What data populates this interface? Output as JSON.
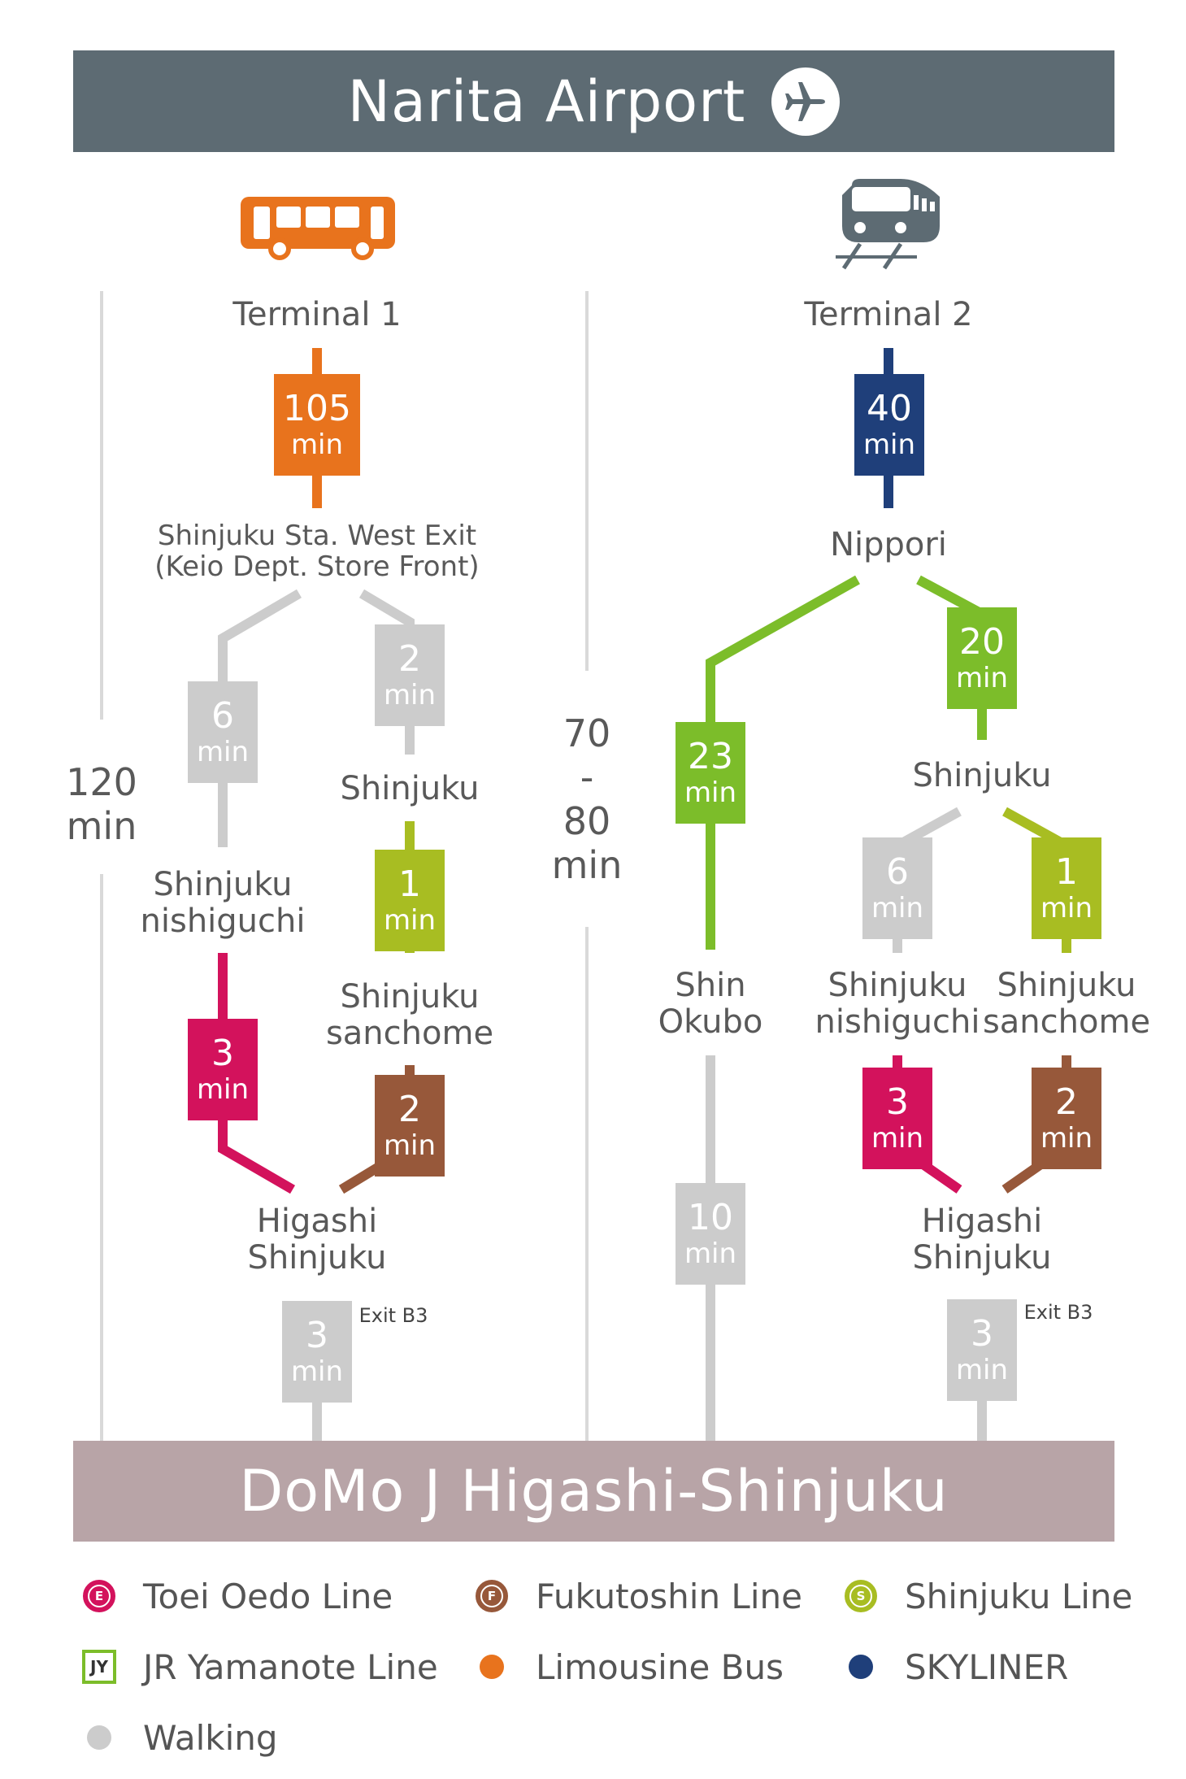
{
  "header": {
    "title": "Narita Airport",
    "icon": "airplane-icon",
    "bg": "#5d6b73"
  },
  "footer": {
    "title": "DoMo J Higashi-Shinjuku",
    "bg": "#b8a4a7"
  },
  "colors": {
    "bus": "#e8731d",
    "skyliner": "#1f3f7a",
    "yamanote": "#7cbd2a",
    "shinjuku_line": "#a8bd22",
    "oedo": "#d3125c",
    "fukutoshin": "#97583a",
    "walk": "#cccccc",
    "divider": "#d9d9d9",
    "text": "#595959"
  },
  "routes": {
    "bus": {
      "icon": "bus-icon",
      "start": "Terminal 1",
      "leg1": {
        "num": "105",
        "unit": "min"
      },
      "stop1_line1": "Shinjuku Sta. West Exit",
      "stop1_line2": "(Keio Dept. Store Front)",
      "walk_left": {
        "num": "6",
        "unit": "min"
      },
      "walk_right": {
        "num": "2",
        "unit": "min"
      },
      "stop_shinjuku": "Shinjuku",
      "shinjuku_line_leg": {
        "num": "1",
        "unit": "min"
      },
      "stop_nishiguchi_1": "Shinjuku",
      "stop_nishiguchi_2": "nishiguchi",
      "stop_sanchome_1": "Shinjuku",
      "stop_sanchome_2": "sanchome",
      "oedo_leg": {
        "num": "3",
        "unit": "min"
      },
      "fukutoshin_leg": {
        "num": "2",
        "unit": "min"
      },
      "end_1": "Higashi",
      "end_2": "Shinjuku",
      "exit": "Exit B3",
      "final_walk": {
        "num": "3",
        "unit": "min"
      },
      "total_1": "120",
      "total_2": "min"
    },
    "train": {
      "icon": "train-icon",
      "start": "Terminal 2",
      "leg1": {
        "num": "40",
        "unit": "min"
      },
      "stop1": "Nippori",
      "yamanote_left": {
        "num": "23",
        "unit": "min"
      },
      "yamanote_right": {
        "num": "20",
        "unit": "min"
      },
      "stop_shinjuku": "Shinjuku",
      "stop_shinokubo_1": "Shin",
      "stop_shinokubo_2": "Okubo",
      "walk_okubo": {
        "num": "10",
        "unit": "min"
      },
      "walk_nishiguchi": {
        "num": "6",
        "unit": "min"
      },
      "shinjuku_line_leg": {
        "num": "1",
        "unit": "min"
      },
      "stop_nishiguchi_1": "Shinjuku",
      "stop_nishiguchi_2": "nishiguchi",
      "stop_sanchome_1": "Shinjuku",
      "stop_sanchome_2": "sanchome",
      "oedo_leg": {
        "num": "3",
        "unit": "min"
      },
      "fukutoshin_leg": {
        "num": "2",
        "unit": "min"
      },
      "end_1": "Higashi",
      "end_2": "Shinjuku",
      "exit": "Exit B3",
      "final_walk": {
        "num": "3",
        "unit": "min"
      },
      "total_1": "70",
      "total_2": "-",
      "total_3": "80",
      "total_4": "min"
    }
  },
  "legend": [
    {
      "label": "Toei Oedo Line",
      "badge": "E",
      "color": "#d3125c"
    },
    {
      "label": "Fukutoshin Line",
      "badge": "F",
      "color": "#97583a"
    },
    {
      "label": "Shinjuku Line",
      "badge": "S",
      "color": "#a8bd22"
    },
    {
      "label": "JR Yamanote Line",
      "badge": "JY",
      "color": "#7cbd2a"
    },
    {
      "label": "Limousine Bus",
      "color": "#e8731d"
    },
    {
      "label": "SKYLINER",
      "color": "#1f3f7a"
    },
    {
      "label": "Walking",
      "color": "#cccccc"
    }
  ]
}
